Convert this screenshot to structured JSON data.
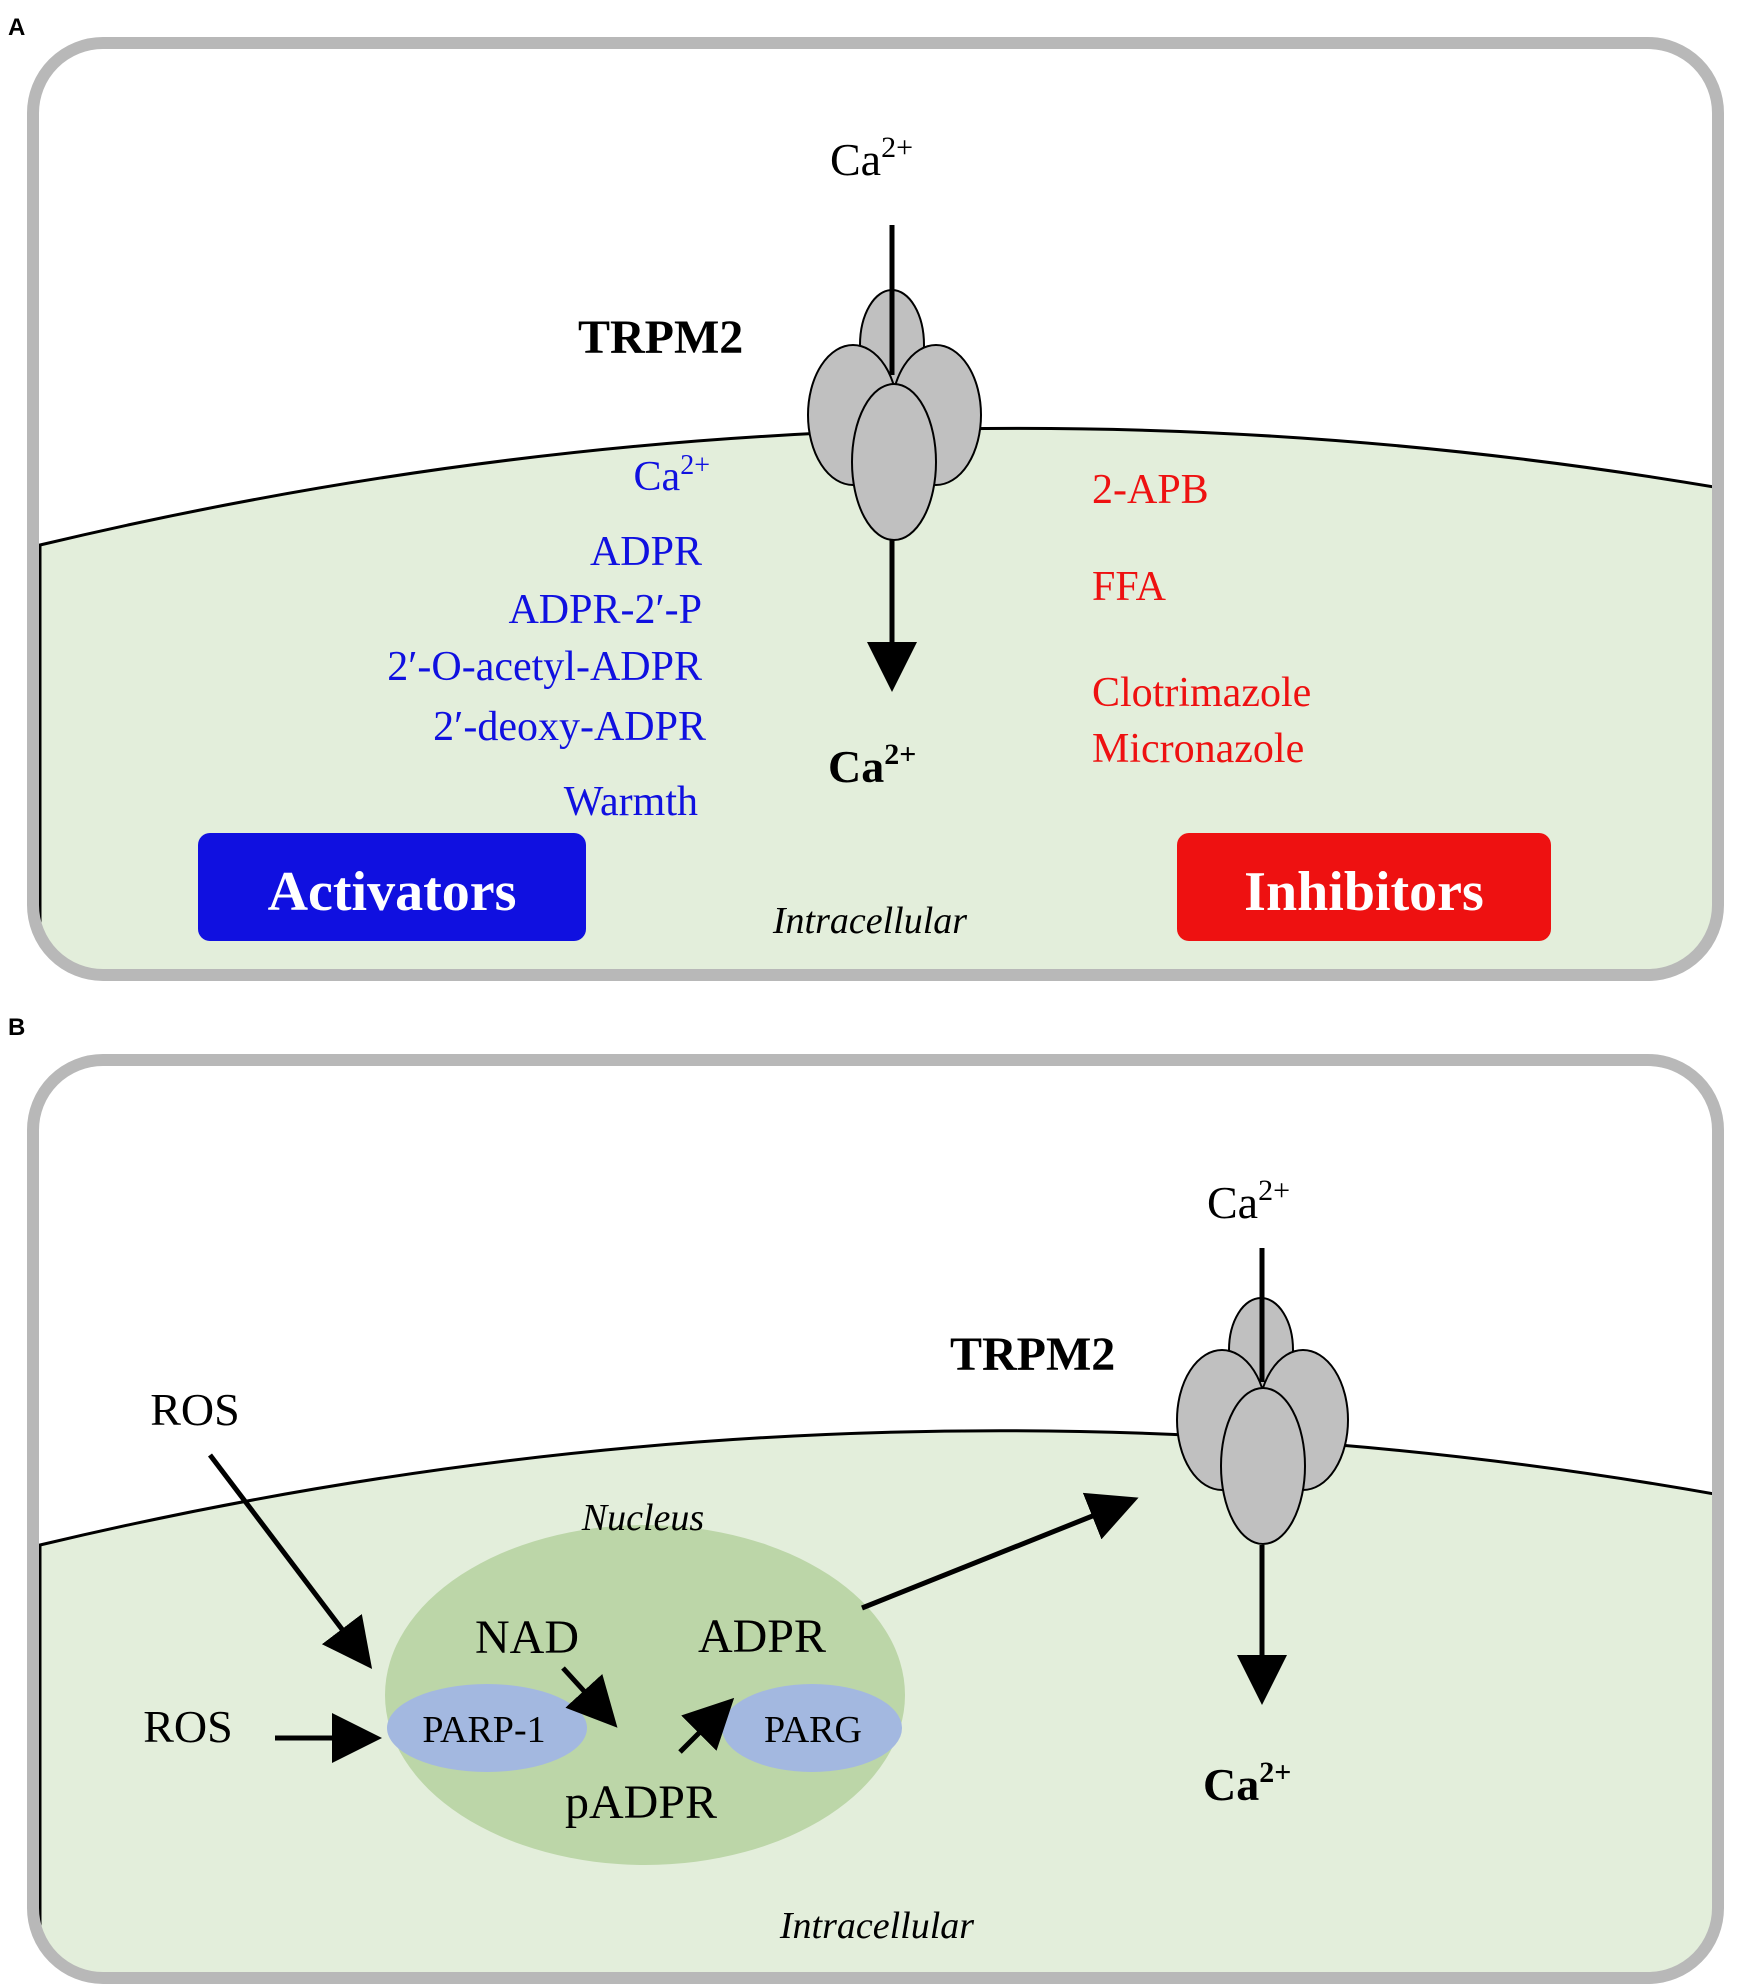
{
  "panel_a": {
    "letter": "A",
    "ca_top": "Ca",
    "ca_top_sup": "2+",
    "channel_label": "TRPM2",
    "ca_bottom": "Ca",
    "ca_bottom_sup": "2+",
    "activators": {
      "ca": "Ca",
      "ca_sup": "2+",
      "items": [
        "ADPR",
        "ADPR-2′-P",
        "2′-O-acetyl-ADPR",
        "2′-deoxy-ADPR",
        "Warmth"
      ],
      "badge": "Activators"
    },
    "inhibitors": {
      "items": [
        "2-APB",
        "FFA",
        "Clotrimazole",
        "Micronazole"
      ],
      "badge": "Inhibitors"
    },
    "intracellular": "Intracellular"
  },
  "panel_b": {
    "letter": "B",
    "ca_top": "Ca",
    "ca_top_sup": "2+",
    "channel_label": "TRPM2",
    "ca_bottom": "Ca",
    "ca_bottom_sup": "2+",
    "ros_top": "ROS",
    "ros_left": "ROS",
    "nucleus_label": "Nucleus",
    "nad": "NAD",
    "adpr": "ADPR",
    "padpr": "pADPR",
    "parp": "PARP-1",
    "parg": "PARG",
    "intracellular": "Intracellular"
  },
  "colors": {
    "activator": "#1010e0",
    "inhibitor": "#ee1111",
    "cell_fill": "#e3eedb",
    "nucleus_fill": "#bcd6a8",
    "enzyme_fill": "#a3b8e0",
    "channel_fill": "#c0c0c0",
    "frame_stroke": "#b8b8b8"
  }
}
